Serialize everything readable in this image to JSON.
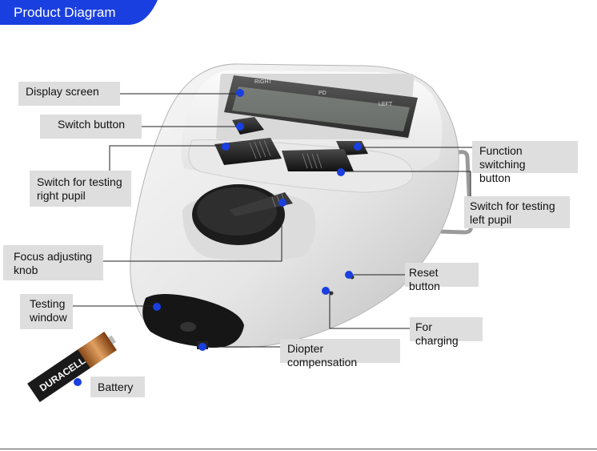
{
  "header": {
    "title": "Product Diagram",
    "color": "#1a3fe0"
  },
  "marker_color": "#1a3fe0",
  "device": {
    "display_labels": {
      "right": "RIGHT",
      "pd": "PD",
      "left": "LEFT"
    },
    "battery_brand": "DURACELL"
  },
  "labels": {
    "display_screen": "Display screen",
    "switch_button": "Switch button",
    "switch_right_pupil": "Switch for testing\n right pupil",
    "function_switching": "Function switching\nbutton",
    "switch_left_pupil": "Switch for testing\nleft pupil",
    "focus_knob": "Focus adjusting\nknob",
    "reset_button": "Reset button",
    "testing_window": "Testing\nwindow",
    "for_charging": "For charging",
    "diopter": "Diopter compensation",
    "battery": "Battery"
  }
}
